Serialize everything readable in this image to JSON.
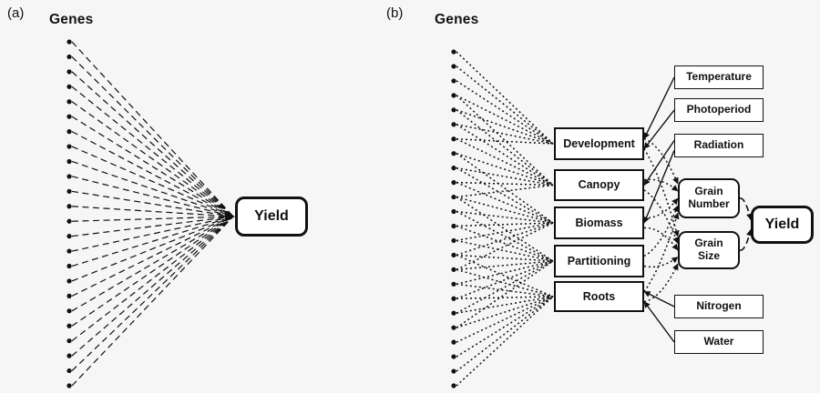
{
  "figure": {
    "background": "#f6f6f6",
    "ink": "#111111"
  },
  "panel_a": {
    "label": "(a)",
    "genes_label": "Genes",
    "gene_count": 24,
    "yield_label": "Yield"
  },
  "panel_b": {
    "label": "(b)",
    "genes_label": "Genes",
    "gene_count": 24,
    "process_boxes": [
      "Development",
      "Canopy",
      "Biomass",
      "Partitioning",
      "Roots"
    ],
    "env_boxes": [
      "Temperature",
      "Photoperiod",
      "Radiation",
      "Nitrogen",
      "Water"
    ],
    "component_boxes": [
      "Grain Number",
      "Grain Size"
    ],
    "yield_label": "Yield",
    "edges": [
      {
        "from": "Temperature",
        "to": "Development",
        "style": "solid"
      },
      {
        "from": "Photoperiod",
        "to": "Development",
        "style": "solid"
      },
      {
        "from": "Radiation",
        "to": "Canopy",
        "style": "solid"
      },
      {
        "from": "Radiation",
        "to": "Biomass",
        "style": "solid"
      },
      {
        "from": "Nitrogen",
        "to": "Roots",
        "style": "solid"
      },
      {
        "from": "Water",
        "to": "Roots",
        "style": "solid"
      },
      {
        "from": "Development",
        "to": "GrainNumber",
        "style": "dotted"
      },
      {
        "from": "Canopy",
        "to": "GrainNumber",
        "style": "dotted"
      },
      {
        "from": "Biomass",
        "to": "GrainNumber",
        "style": "dotted"
      },
      {
        "from": "Partitioning",
        "to": "GrainNumber",
        "style": "dotted"
      },
      {
        "from": "Roots",
        "to": "GrainNumber",
        "style": "dotted"
      },
      {
        "from": "Development",
        "to": "GrainSize",
        "style": "dotted"
      },
      {
        "from": "Canopy",
        "to": "GrainSize",
        "style": "dotted"
      },
      {
        "from": "Biomass",
        "to": "GrainSize",
        "style": "dotted"
      },
      {
        "from": "Partitioning",
        "to": "GrainSize",
        "style": "dotted"
      },
      {
        "from": "Roots",
        "to": "GrainSize",
        "style": "dotted"
      },
      {
        "from": "GrainNumber",
        "to": "Yield",
        "style": "dashed"
      },
      {
        "from": "GrainSize",
        "to": "Yield",
        "style": "dashed"
      }
    ]
  }
}
